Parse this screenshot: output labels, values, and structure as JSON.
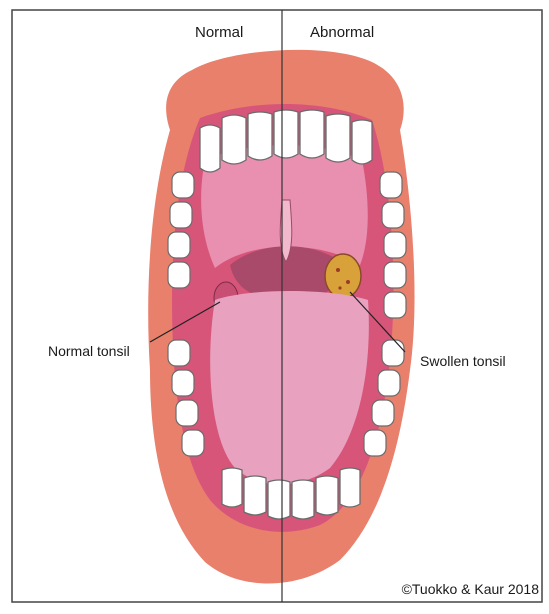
{
  "headers": {
    "left": "Normal",
    "right": "Abnormal"
  },
  "labels": {
    "normal_tonsil": "Normal tonsil",
    "swollen_tonsil": "Swollen tonsil"
  },
  "credit": "©Tuokko & Kaur 2018",
  "colors": {
    "lips": "#e46a52",
    "inner_mouth": "#d8557a",
    "palate": "#e98fb0",
    "throat": "#a94a6a",
    "tongue": "#e8a2c0",
    "teeth_outline": "#6b6b6b",
    "swollen_tonsil": "#d9a13a"
  }
}
